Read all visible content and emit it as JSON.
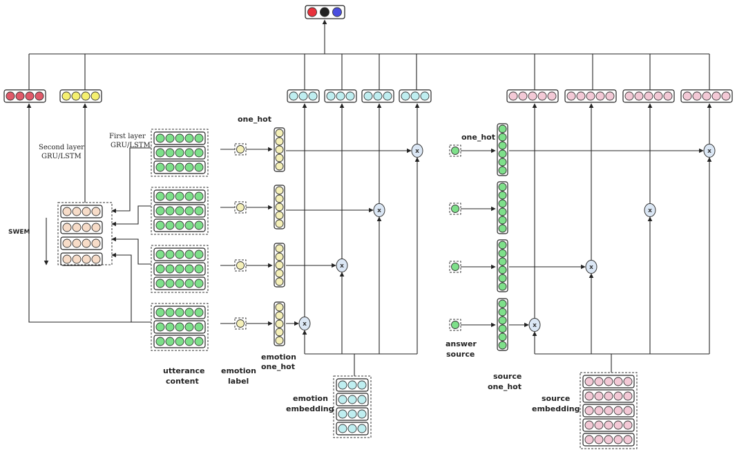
{
  "colors": {
    "line": "#222222",
    "red": "#e05a6a",
    "yellow": "#f5f070",
    "green": "#7ee08a",
    "peach": "#f7dcc8",
    "cyan": "#bfeef0",
    "pink": "#f3c9d6",
    "lightyellow": "#f5f0b8",
    "mult": "#dbe7f5",
    "output_red": "#e8323c",
    "output_black": "#222222",
    "output_blue": "#4a4ee0"
  },
  "labels": {
    "one_hot_left": "one_hot",
    "one_hot_right": "one_hot",
    "first_layer_1": "First layer",
    "first_layer_2": "GRU/LSTM",
    "second_layer_1": "Second layer",
    "second_layer_2": "GRU/LSTM",
    "swem": "SWEM",
    "utterance_1": "utterance",
    "utterance_2": "content",
    "emotion_label_1": "emotion",
    "emotion_label_2": "label",
    "emotion_onehot_1": "emotion",
    "emotion_onehot_2": "one_hot",
    "emotion_embedding_1": "emotion",
    "emotion_embedding_2": "embedding",
    "answer_source_1": "answer",
    "answer_source_2": "source",
    "source_onehot_1": "source",
    "source_onehot_2": "one_hot",
    "source_embedding_1": "source",
    "source_embedding_2": "embedding",
    "mult_symbol": "x"
  }
}
